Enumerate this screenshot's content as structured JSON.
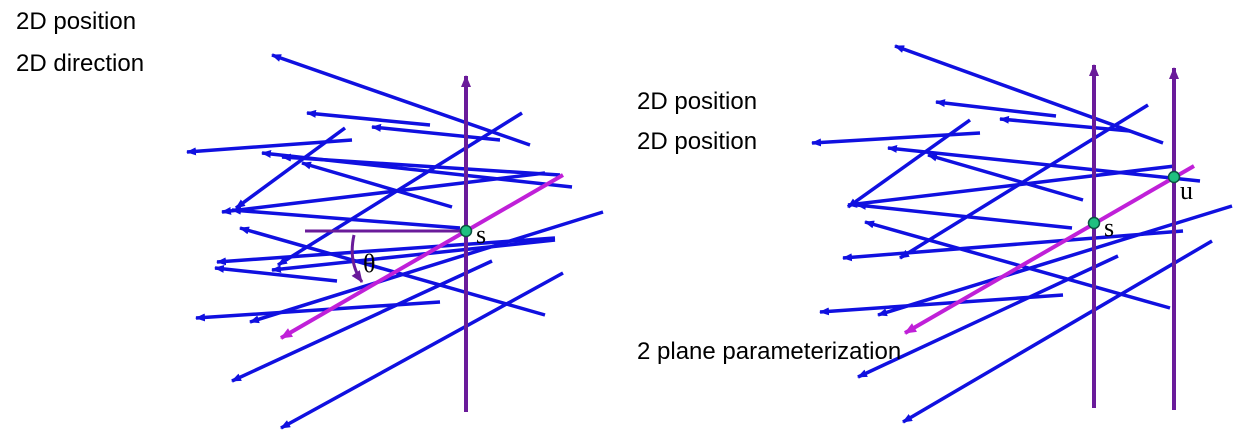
{
  "left_panel": {
    "heading_line1": "2D position",
    "heading_line2": "2D direction",
    "point_label": "s",
    "angle_label": "θ"
  },
  "right_panel": {
    "heading_line1": "2D position",
    "heading_line2": "2D position",
    "caption": "2 plane parameterization",
    "point1_label": "s",
    "point2_label": "u"
  },
  "colors": {
    "ray": "#1010e0",
    "plane_line": "#6a1b9a",
    "highlight_ray": "#c020d8",
    "point_fill": "#20c080",
    "angle_arc": "#6a1b9a"
  }
}
